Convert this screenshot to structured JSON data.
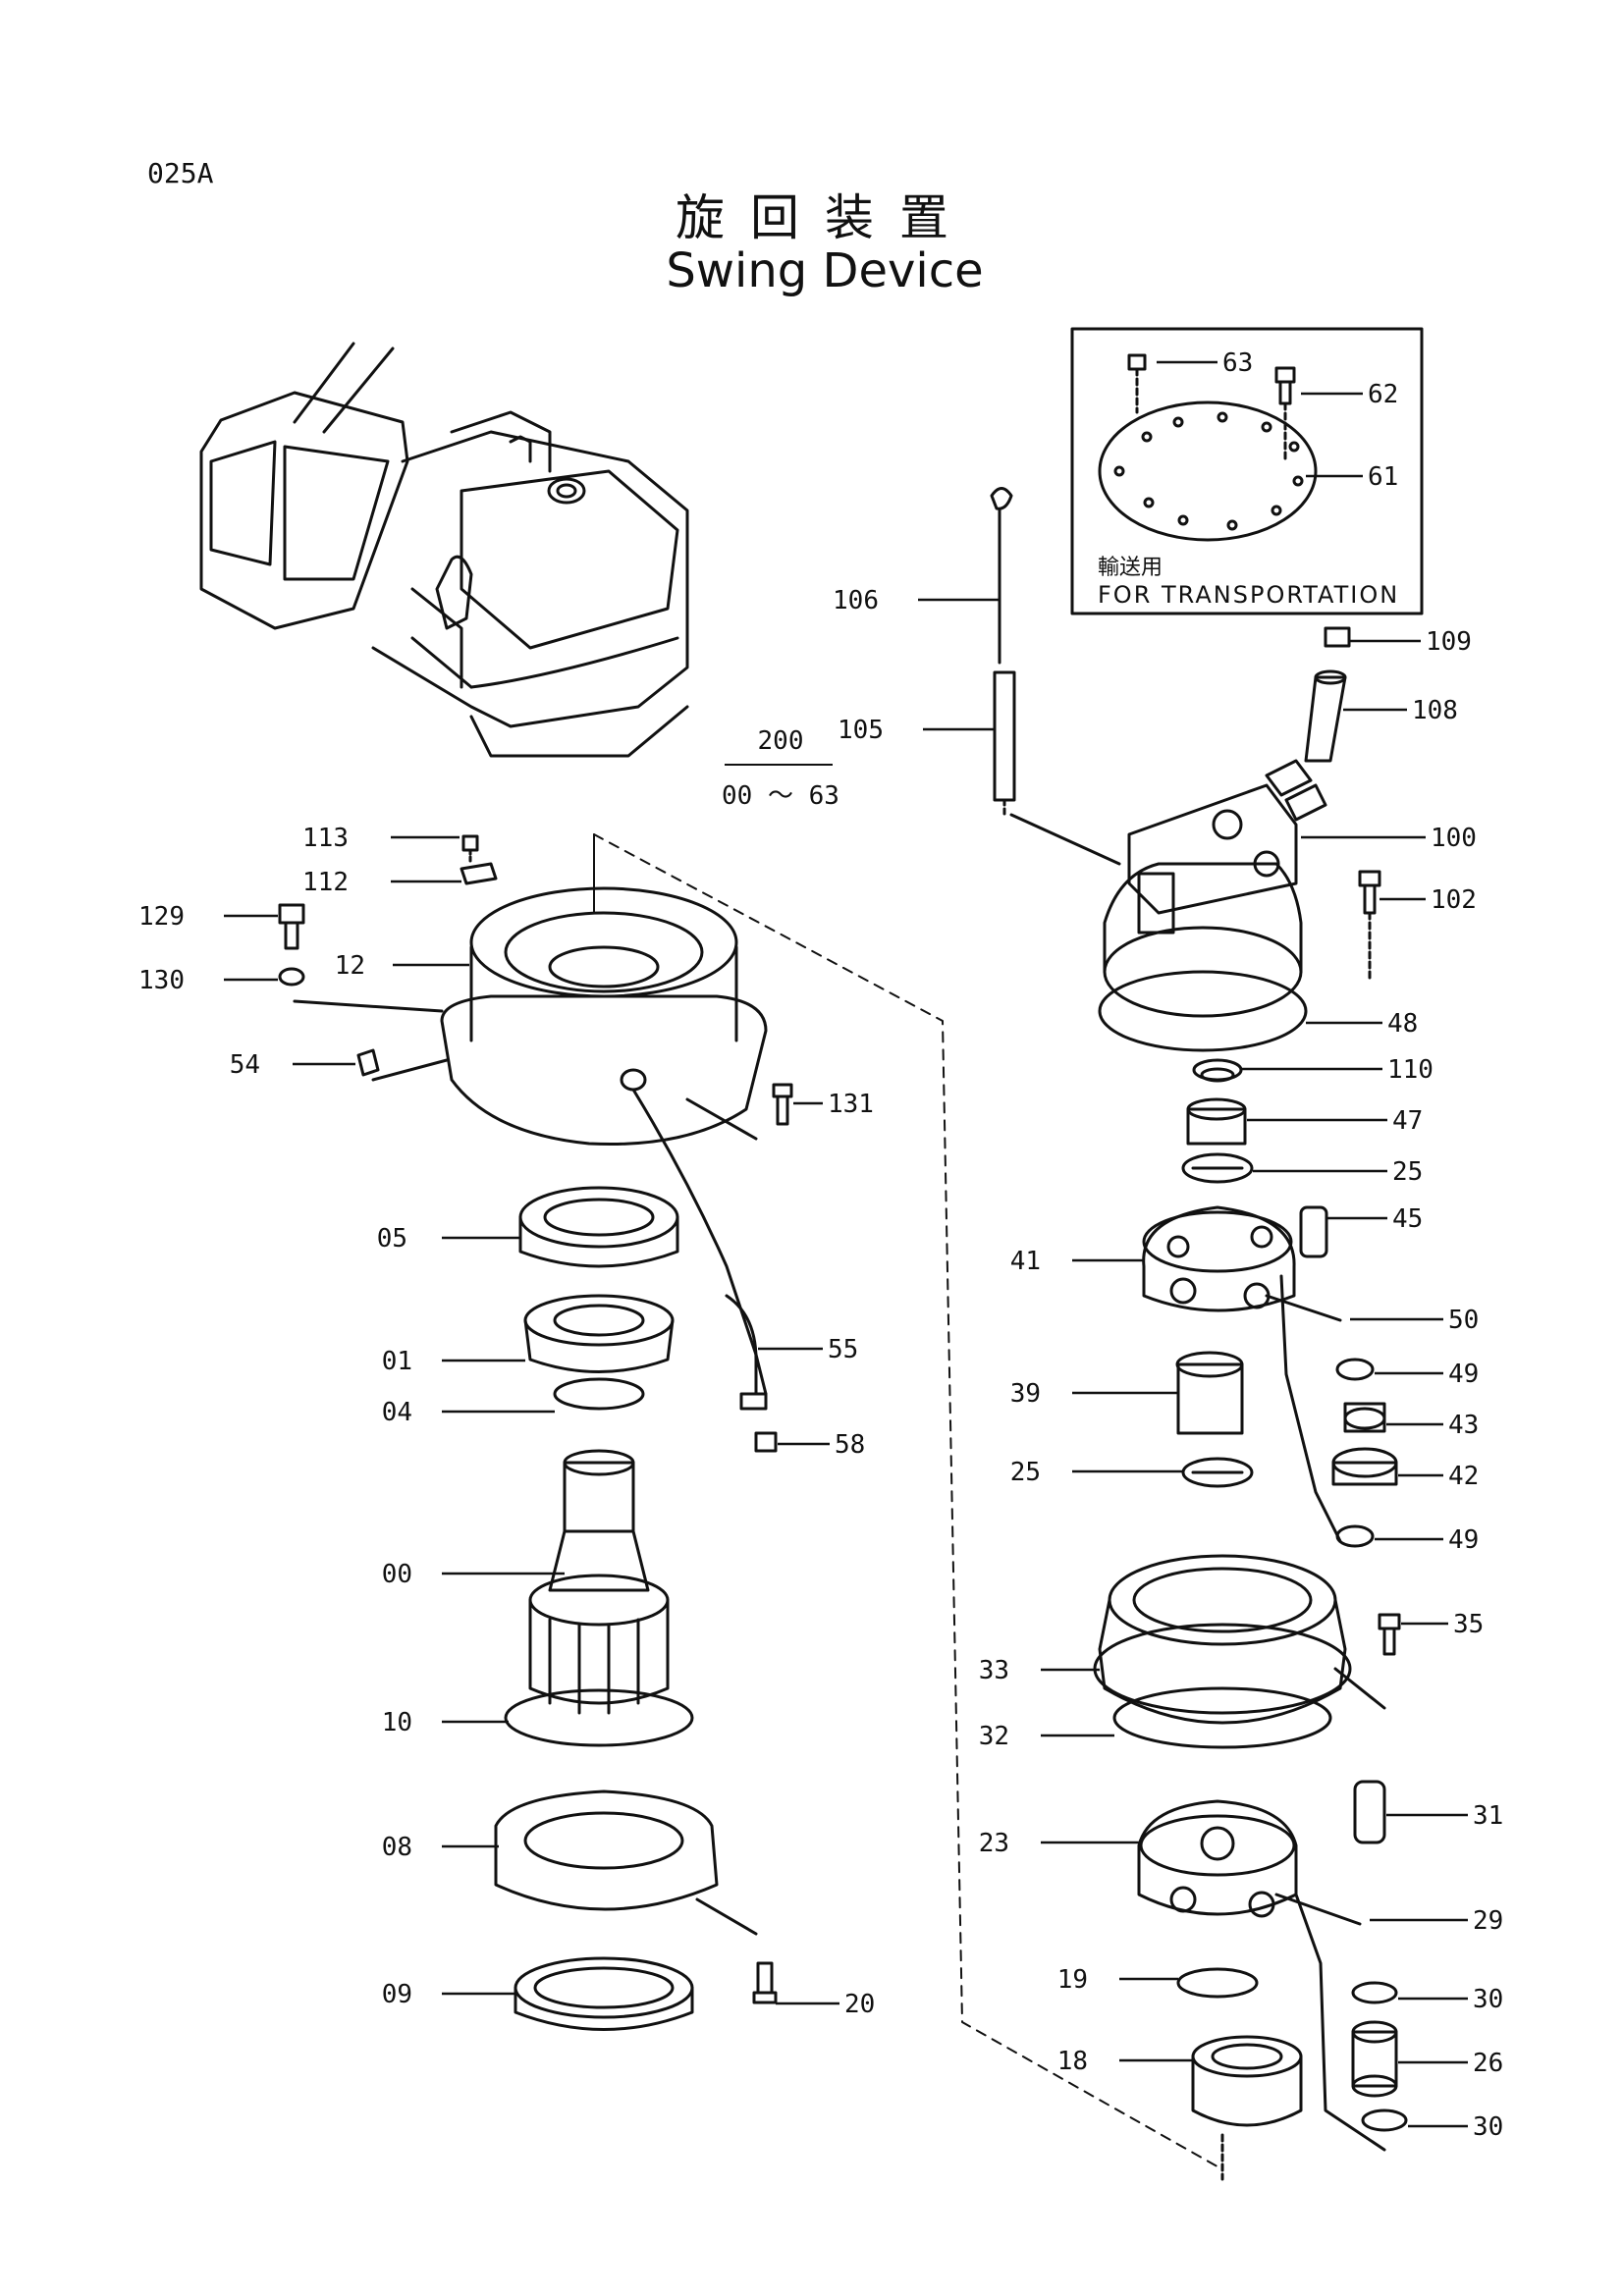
{
  "page": {
    "code": "025A",
    "title_jp": "旋回装置",
    "title_en": "Swing Device"
  },
  "assembly": {
    "number": "200",
    "range": "00 ～ 63"
  },
  "inset": {
    "caption_jp": "輸送用",
    "caption_en": "FOR TRANSPORTATION"
  },
  "callouts": [
    {
      "id": "c-63",
      "label": "63"
    },
    {
      "id": "c-62",
      "label": "62"
    },
    {
      "id": "c-61",
      "label": "61"
    },
    {
      "id": "c-106",
      "label": "106"
    },
    {
      "id": "c-109",
      "label": "109"
    },
    {
      "id": "c-108",
      "label": "108"
    },
    {
      "id": "c-105",
      "label": "105"
    },
    {
      "id": "c-100",
      "label": "100"
    },
    {
      "id": "c-102",
      "label": "102"
    },
    {
      "id": "c-48",
      "label": "48"
    },
    {
      "id": "c-110",
      "label": "110"
    },
    {
      "id": "c-47",
      "label": "47"
    },
    {
      "id": "c-25a",
      "label": "25"
    },
    {
      "id": "c-45",
      "label": "45"
    },
    {
      "id": "c-41",
      "label": "41"
    },
    {
      "id": "c-50",
      "label": "50"
    },
    {
      "id": "c-49a",
      "label": "49"
    },
    {
      "id": "c-39",
      "label": "39"
    },
    {
      "id": "c-43",
      "label": "43"
    },
    {
      "id": "c-25b",
      "label": "25"
    },
    {
      "id": "c-42",
      "label": "42"
    },
    {
      "id": "c-49b",
      "label": "49"
    },
    {
      "id": "c-35",
      "label": "35"
    },
    {
      "id": "c-33",
      "label": "33"
    },
    {
      "id": "c-32",
      "label": "32"
    },
    {
      "id": "c-31",
      "label": "31"
    },
    {
      "id": "c-23",
      "label": "23"
    },
    {
      "id": "c-29",
      "label": "29"
    },
    {
      "id": "c-19",
      "label": "19"
    },
    {
      "id": "c-30a",
      "label": "30"
    },
    {
      "id": "c-18",
      "label": "18"
    },
    {
      "id": "c-26",
      "label": "26"
    },
    {
      "id": "c-30b",
      "label": "30"
    },
    {
      "id": "c-113",
      "label": "113"
    },
    {
      "id": "c-112",
      "label": "112"
    },
    {
      "id": "c-129",
      "label": "129"
    },
    {
      "id": "c-12",
      "label": "12"
    },
    {
      "id": "c-130",
      "label": "130"
    },
    {
      "id": "c-54",
      "label": "54"
    },
    {
      "id": "c-131",
      "label": "131"
    },
    {
      "id": "c-05",
      "label": "05"
    },
    {
      "id": "c-01",
      "label": "01"
    },
    {
      "id": "c-55",
      "label": "55"
    },
    {
      "id": "c-04",
      "label": "04"
    },
    {
      "id": "c-58",
      "label": "58"
    },
    {
      "id": "c-00",
      "label": "00"
    },
    {
      "id": "c-10",
      "label": "10"
    },
    {
      "id": "c-08",
      "label": "08"
    },
    {
      "id": "c-09",
      "label": "09"
    },
    {
      "id": "c-20",
      "label": "20"
    }
  ]
}
